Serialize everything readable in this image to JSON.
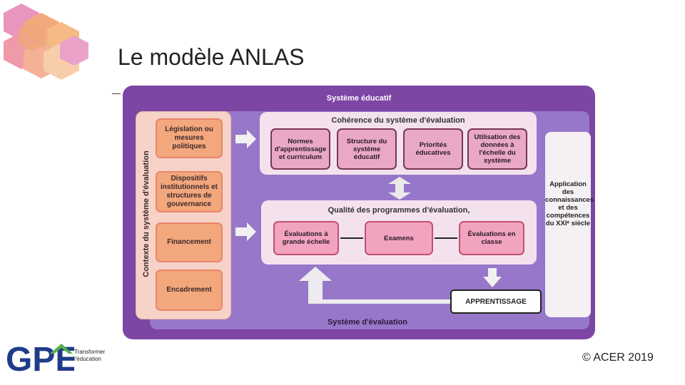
{
  "slide_title": "Le modèle ANLAS",
  "copyright": "© ACER 2019",
  "logo": {
    "text": "GPE",
    "subtitle_line1": "Transformer",
    "subtitle_line2": "l'éducation",
    "colors": {
      "blue": "#1f3c88",
      "green": "#55b04a"
    }
  },
  "diagram": {
    "outer_label": "Système éducatif",
    "bottom_label": "Système d'évaluation",
    "context_label": "Contexte du système d'évaluation",
    "context_items": [
      "Législation ou mesures politiques",
      "Dispositifs institutionnels et structures de gouvernance",
      "Financement",
      "Encadrement"
    ],
    "coherence": {
      "title": "Cohérence du système d'évaluation",
      "items": [
        "Normes d'apprentissage et curriculum",
        "Structure du système éducatif",
        "Priorités éducatives",
        "Utilisation des données à l'échelle du système"
      ]
    },
    "quality": {
      "title": "Qualité des programmes d'évaluation,",
      "items": [
        "Évaluations à grande échelle",
        "Examens",
        "Évaluations en classe"
      ]
    },
    "side_label": "Application des connaissances et des compétences du XXIᵉ siècle",
    "learning_label": "APPRENTISSAGE",
    "colors": {
      "outer": "#7d45a4",
      "inner": "#9777c9",
      "context_box": "#f3a77c",
      "coherence_box": "#e8a8c6",
      "quality_box": "#f2a3c0"
    }
  }
}
